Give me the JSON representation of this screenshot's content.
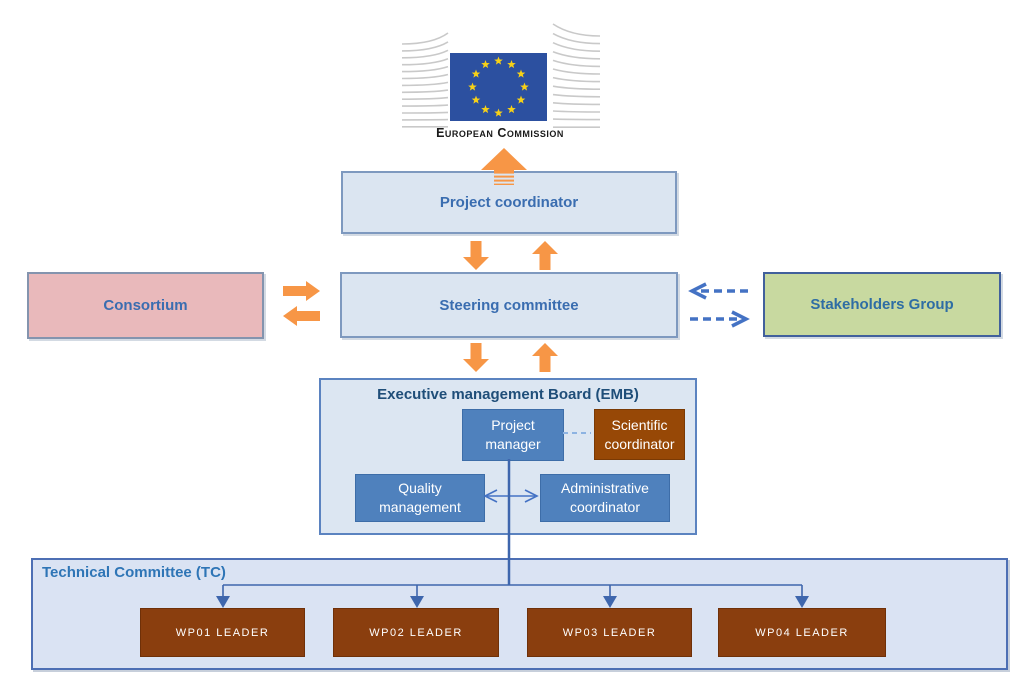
{
  "logo": {
    "caption": "European Commission"
  },
  "nodes": {
    "project_coordinator": "Project coordinator",
    "steering_committee": "Steering committee",
    "consortium": "Consortium",
    "stakeholders_group": "Stakeholders Group",
    "emb_title": "Executive management Board (EMB)",
    "project_manager": "Project manager",
    "scientific_coordinator": "Scientific coordinator",
    "quality_management": "Quality management",
    "administrative_coordinator": "Administrative coordinator",
    "tc_title": "Technical Committee (TC)",
    "wp_leaders": [
      "WP01 LEADER",
      "WP02 LEADER",
      "WP03 LEADER",
      "WP04 LEADER"
    ]
  },
  "colors": {
    "light_blue_fill": "#dbe5f1",
    "box_border_blue": "#7e99bf",
    "pink_fill": "#e9b9bb",
    "green_fill": "#c8d9a0",
    "node_blue": "#4f81bd",
    "node_brown": "#974806",
    "wp_brown": "#8a3e0e",
    "orange_arrow": "#f79646",
    "connector_blue": "#4472c4",
    "title_dark_blue": "#1f4e79",
    "title_medium_blue": "#2e75b6",
    "eu_flag_blue": "#2c50a0",
    "eu_star_yellow": "#f7d117"
  }
}
